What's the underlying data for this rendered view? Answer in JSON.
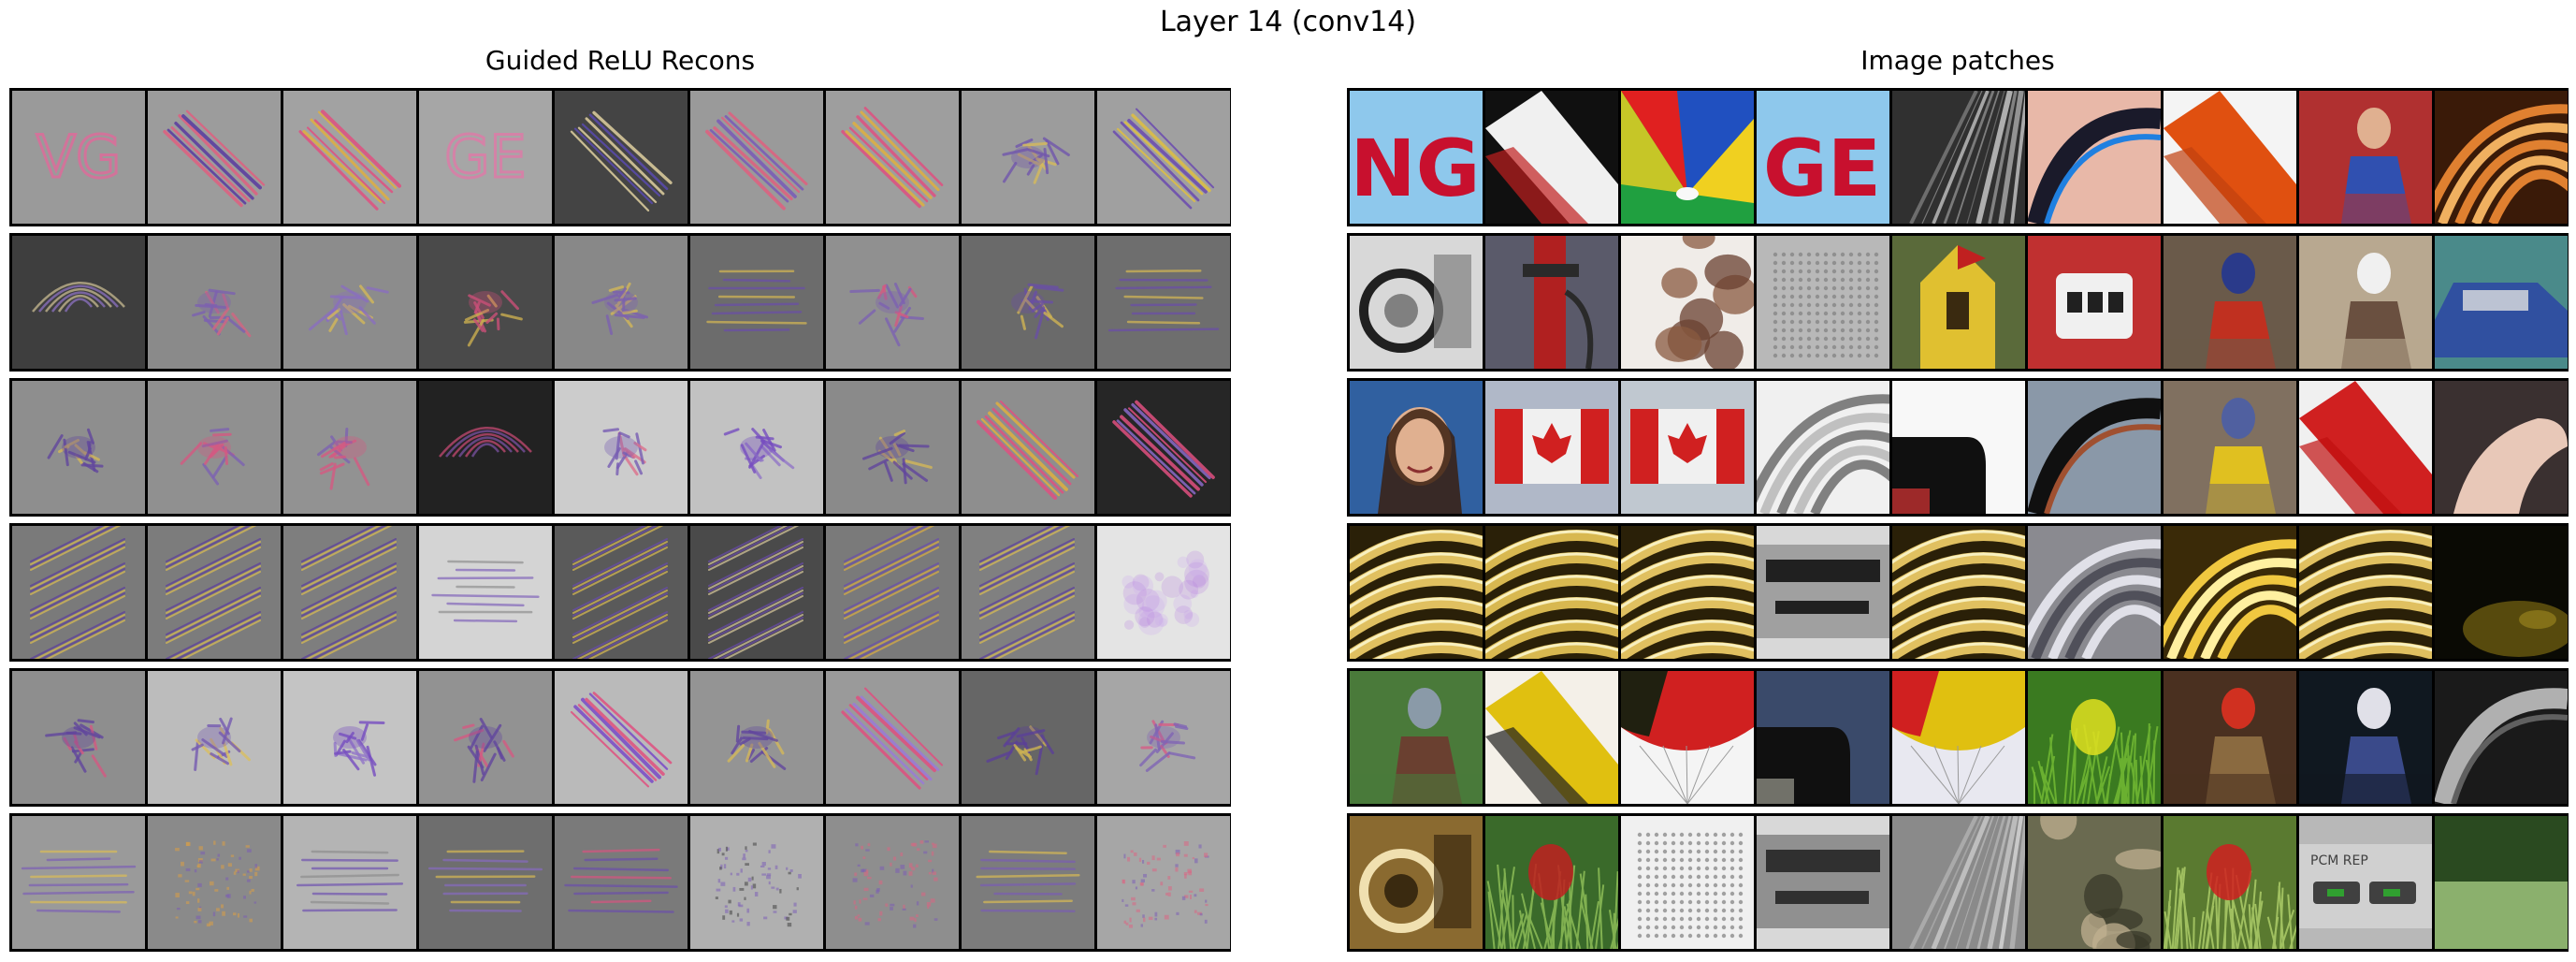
{
  "figure": {
    "title": "Layer 14 (conv14)",
    "left_panel_title": "Guided ReLU Recons",
    "right_panel_title": "Image patches"
  },
  "recons_rows": [
    [
      {
        "bg": "#9a9a9a",
        "kind": "letters",
        "text": "VG",
        "ink": "#e06a9a"
      },
      {
        "bg": "#9c9c9c",
        "kind": "stroke",
        "ink": "#5a3aa0",
        "accent": "#e06080"
      },
      {
        "bg": "#a2a2a2",
        "kind": "stroke",
        "ink": "#e0b040",
        "accent": "#e05080"
      },
      {
        "bg": "#a6a6a6",
        "kind": "letters",
        "text": "GE",
        "ink": "#e07aa8"
      },
      {
        "bg": "#444444",
        "kind": "stroke",
        "ink": "#5a4ab0",
        "accent": "#e0d0a0"
      },
      {
        "bg": "#9a9a9a",
        "kind": "stroke",
        "ink": "#7a5ab8",
        "accent": "#e06080"
      },
      {
        "bg": "#9e9e9e",
        "kind": "stroke",
        "ink": "#e0b040",
        "accent": "#e05080"
      },
      {
        "bg": "#9c9c9c",
        "kind": "blob",
        "ink": "#6a4ab0",
        "accent": "#e0c050"
      },
      {
        "bg": "#a0a0a0",
        "kind": "stroke",
        "ink": "#e0c040",
        "accent": "#6a4ab0"
      }
    ],
    [
      {
        "bg": "#3e3e3e",
        "kind": "arcs",
        "ink": "#9a7ad8",
        "accent": "#e0d0a0"
      },
      {
        "bg": "#8a8a8a",
        "kind": "blob",
        "ink": "#7a5ab8",
        "accent": "#e06080"
      },
      {
        "bg": "#8c8c8c",
        "kind": "blob",
        "ink": "#8a6ac8",
        "accent": "#e0c050"
      },
      {
        "bg": "#4a4a4a",
        "kind": "blob",
        "ink": "#e05080",
        "accent": "#e0c050"
      },
      {
        "bg": "#888888",
        "kind": "blob",
        "ink": "#7a5ab8",
        "accent": "#e0c050"
      },
      {
        "bg": "#6c6c6c",
        "kind": "hlines",
        "ink": "#6a4ab0",
        "accent": "#e0c050"
      },
      {
        "bg": "#909090",
        "kind": "blob",
        "ink": "#7a5ab8",
        "accent": "#e05080"
      },
      {
        "bg": "#6a6a6a",
        "kind": "blob",
        "ink": "#6a4ab0",
        "accent": "#e0c050"
      },
      {
        "bg": "#6e6e6e",
        "kind": "hlines",
        "ink": "#6a4ab0",
        "accent": "#e0c050"
      }
    ],
    [
      {
        "bg": "#8e8e8e",
        "kind": "blob",
        "ink": "#5a3aa0",
        "accent": "#e0c050"
      },
      {
        "bg": "#909090",
        "kind": "blob",
        "ink": "#e05080",
        "accent": "#7a5ab8"
      },
      {
        "bg": "#929292",
        "kind": "blob",
        "ink": "#e05080",
        "accent": "#7a5ab8"
      },
      {
        "bg": "#222222",
        "kind": "arcs",
        "ink": "#8a5ab8",
        "accent": "#e05080"
      },
      {
        "bg": "#cccccc",
        "kind": "blob",
        "ink": "#6a4ab0",
        "accent": "#e06080"
      },
      {
        "bg": "#c2c2c2",
        "kind": "blob",
        "ink": "#6a3ac0",
        "accent": "#8a6ac8"
      },
      {
        "bg": "#8a8a8a",
        "kind": "blob",
        "ink": "#5a3aa0",
        "accent": "#e0c050"
      },
      {
        "bg": "#8e8e8e",
        "kind": "stroke",
        "ink": "#e0b040",
        "accent": "#e05080"
      },
      {
        "bg": "#262626",
        "kind": "stroke",
        "ink": "#8a6ac8",
        "accent": "#e05080"
      }
    ],
    [
      {
        "bg": "#7a7a7a",
        "kind": "diag",
        "ink": "#5a3aa0",
        "accent": "#e0c050"
      },
      {
        "bg": "#7c7c7c",
        "kind": "diag",
        "ink": "#5a3aa0",
        "accent": "#e0c050"
      },
      {
        "bg": "#7e7e7e",
        "kind": "diag",
        "ink": "#5a3aa0",
        "accent": "#e0c050"
      },
      {
        "bg": "#d4d4d4",
        "kind": "hlines",
        "ink": "#7a5ab8",
        "accent": "#8a8a8a"
      },
      {
        "bg": "#5a5a5a",
        "kind": "diag",
        "ink": "#6a4ab0",
        "accent": "#e0c050"
      },
      {
        "bg": "#4a4a4a",
        "kind": "diag",
        "ink": "#6a4ab0",
        "accent": "#e0d0a0"
      },
      {
        "bg": "#7a7a7a",
        "kind": "diag",
        "ink": "#6a4ab0",
        "accent": "#e0b040"
      },
      {
        "bg": "#808080",
        "kind": "diag",
        "ink": "#5a3aa0",
        "accent": "#e0c050"
      },
      {
        "bg": "#e4e4e4",
        "kind": "haze",
        "ink": "#b070e0",
        "accent": "#c8a0f0"
      }
    ],
    [
      {
        "bg": "#8e8e8e",
        "kind": "blob",
        "ink": "#5a3aa0",
        "accent": "#e05080"
      },
      {
        "bg": "#bcbcbc",
        "kind": "blob",
        "ink": "#6a4ab0",
        "accent": "#e0c050"
      },
      {
        "bg": "#c4c4c4",
        "kind": "blob",
        "ink": "#6a3ac0",
        "accent": "#8a6ac8"
      },
      {
        "bg": "#929292",
        "kind": "blob",
        "ink": "#5a3aa0",
        "accent": "#e05080"
      },
      {
        "bg": "#bababa",
        "kind": "stroke",
        "ink": "#7a4ac8",
        "accent": "#e05080"
      },
      {
        "bg": "#949494",
        "kind": "blob",
        "ink": "#5a3aa0",
        "accent": "#e0c050"
      },
      {
        "bg": "#9a9a9a",
        "kind": "stroke",
        "ink": "#9a7ad8",
        "accent": "#e05080"
      },
      {
        "bg": "#666666",
        "kind": "blob",
        "ink": "#5a3aa0",
        "accent": "#e0c050"
      },
      {
        "bg": "#a6a6a6",
        "kind": "blob",
        "ink": "#7a5ab8",
        "accent": "#e05080"
      }
    ],
    [
      {
        "bg": "#9a9a9a",
        "kind": "hlines",
        "ink": "#7a5ab8",
        "accent": "#e0c050"
      },
      {
        "bg": "#8a8a8a",
        "kind": "speckle",
        "ink": "#e0a040",
        "accent": "#7a5ab8"
      },
      {
        "bg": "#b4b4b4",
        "kind": "hlines",
        "ink": "#6a4ab0",
        "accent": "#8a8a8a"
      },
      {
        "bg": "#6e6e6e",
        "kind": "hlines",
        "ink": "#8a6ac8",
        "accent": "#e0c050"
      },
      {
        "bg": "#7a7a7a",
        "kind": "hlines",
        "ink": "#6a4ab0",
        "accent": "#e05080"
      },
      {
        "bg": "#b0b0b0",
        "kind": "speckle",
        "ink": "#7a5ab8",
        "accent": "#3a3a3a"
      },
      {
        "bg": "#8e8e8e",
        "kind": "speckle",
        "ink": "#e06080",
        "accent": "#7a5ab8"
      },
      {
        "bg": "#7c7c7c",
        "kind": "hlines",
        "ink": "#7a5ab8",
        "accent": "#e0c050"
      },
      {
        "bg": "#a6a6a6",
        "kind": "speckle",
        "ink": "#e06080",
        "accent": "#7a5ab8"
      }
    ]
  ],
  "patch_rows": [
    [
      {
        "name": "balloon-letters-ng",
        "bg": "#8ec8ec",
        "fg": "#c8102e",
        "kind": "letters",
        "text": "NG"
      },
      {
        "name": "uniform-sash",
        "bg": "#101010",
        "fg": "#f0f0f0",
        "kind": "diag",
        "accent": "#c02020"
      },
      {
        "name": "parasol-stripes",
        "bg": "#20a040",
        "fg": "#e02020",
        "kind": "wedges",
        "accent": "#2050c0",
        "accent2": "#f0d020"
      },
      {
        "name": "balloon-letters-ge",
        "bg": "#8ec8ec",
        "fg": "#c8102e",
        "kind": "letters",
        "text": "GE"
      },
      {
        "name": "light-streaks",
        "bg": "#303030",
        "fg": "#e0e0e0",
        "kind": "streaks"
      },
      {
        "name": "kite-sky",
        "bg": "#e8b8a8",
        "fg": "#1a1a2a",
        "kind": "arc",
        "accent": "#2080e0"
      },
      {
        "name": "orange-panels",
        "bg": "#f4f4f4",
        "fg": "#e05010",
        "kind": "diag",
        "accent": "#c04010"
      },
      {
        "name": "person-portrait",
        "bg": "#b03030",
        "fg": "#e0b090",
        "kind": "figure",
        "accent": "#3050b0"
      },
      {
        "name": "copper-coils",
        "bg": "#3a1a08",
        "fg": "#e08030",
        "kind": "arcs",
        "accent": "#f0b060"
      }
    ],
    [
      {
        "name": "machine-parts",
        "bg": "#d8d8d8",
        "fg": "#202020",
        "kind": "machine",
        "accent": "#808080"
      },
      {
        "name": "gas-pump-pole",
        "bg": "#5a5a6a",
        "fg": "#b02020",
        "kind": "pole",
        "accent": "#2a2a2a"
      },
      {
        "name": "dog-fur",
        "bg": "#f0ece8",
        "fg": "#8a5a40",
        "kind": "patches",
        "accent": "#6a4030"
      },
      {
        "name": "speaker-grille",
        "bg": "#b8b8b8",
        "fg": "#e8e8e8",
        "kind": "grille",
        "accent": "#909090"
      },
      {
        "name": "church-tower",
        "bg": "#5a6a3a",
        "fg": "#e0c030",
        "kind": "tower",
        "accent": "#c02020"
      },
      {
        "name": "fuel-meter",
        "bg": "#c03030",
        "fg": "#f0f0f0",
        "kind": "meter",
        "accent": "#202020"
      },
      {
        "name": "chainsaw-worker",
        "bg": "#6a5a4a",
        "fg": "#2a3a8a",
        "kind": "figure",
        "accent": "#c03020"
      },
      {
        "name": "climber-tree",
        "bg": "#b8a890",
        "fg": "#f0f0f0",
        "kind": "figure",
        "accent": "#6a5040"
      },
      {
        "name": "blue-truck",
        "bg": "#4a8a8a",
        "fg": "#3050a0",
        "kind": "truck",
        "accent": "#e0e0e0"
      }
    ],
    [
      {
        "name": "smiling-woman",
        "bg": "#3060a0",
        "fg": "#e0b090",
        "kind": "face",
        "accent": "#3a2010"
      },
      {
        "name": "canada-flag-bottle",
        "bg": "#b0b8c8",
        "fg": "#d02020",
        "kind": "flag",
        "accent": "#f0f0f0"
      },
      {
        "name": "canada-flag",
        "bg": "#c0c8d0",
        "fg": "#d02020",
        "kind": "flag",
        "accent": "#f0f0f0"
      },
      {
        "name": "white-curve",
        "bg": "#f0f0f0",
        "fg": "#808080",
        "kind": "arcs",
        "accent": "#c0c0c0"
      },
      {
        "name": "black-white-shape",
        "bg": "#f8f8f8",
        "fg": "#101010",
        "kind": "block",
        "accent": "#c03030"
      },
      {
        "name": "dark-tool",
        "bg": "#8a98a8",
        "fg": "#101010",
        "kind": "arc",
        "accent": "#a05030"
      },
      {
        "name": "kneeling-worker",
        "bg": "#807060",
        "fg": "#5060a0",
        "kind": "figure",
        "accent": "#e0c020"
      },
      {
        "name": "red-white-flag",
        "bg": "#f0f0f0",
        "fg": "#d02020",
        "kind": "diag",
        "accent": "#c01010"
      },
      {
        "name": "hand-closeup",
        "bg": "#3a3030",
        "fg": "#e8c8b8",
        "kind": "hand",
        "accent": "#f0f0f0"
      }
    ],
    [
      {
        "name": "brass-tubes-1",
        "bg": "#2a2008",
        "fg": "#e0c060",
        "kind": "brass",
        "accent": "#f8f0c0"
      },
      {
        "name": "brass-tubes-2",
        "bg": "#2a2008",
        "fg": "#d8b850",
        "kind": "brass",
        "accent": "#f8f0c0"
      },
      {
        "name": "brass-tubes-3",
        "bg": "#2a2008",
        "fg": "#e0c060",
        "kind": "brass",
        "accent": "#f8f0c0"
      },
      {
        "name": "stereo-receiver",
        "bg": "#d8d8d8",
        "fg": "#202020",
        "kind": "stereo",
        "accent": "#a0a0a0"
      },
      {
        "name": "brass-tubes-4",
        "bg": "#2a2008",
        "fg": "#e0c060",
        "kind": "brass",
        "accent": "#f8f0c0"
      },
      {
        "name": "silver-horn",
        "bg": "#8a8a90",
        "fg": "#e0e0e8",
        "kind": "arcs",
        "accent": "#50505a"
      },
      {
        "name": "gold-horn",
        "bg": "#3a2a08",
        "fg": "#f0c840",
        "kind": "arcs",
        "accent": "#fff0a0"
      },
      {
        "name": "brass-tubes-5",
        "bg": "#2a2008",
        "fg": "#e0c060",
        "kind": "brass",
        "accent": "#f8f0c0"
      },
      {
        "name": "dark-brass",
        "bg": "#0a0a04",
        "fg": "#6a5a10",
        "kind": "glow",
        "accent": "#a08a20"
      }
    ],
    [
      {
        "name": "man-fish",
        "bg": "#4a7a3a",
        "fg": "#8a9aa8",
        "kind": "figure",
        "accent": "#6a4030"
      },
      {
        "name": "yellow-chainsaw",
        "bg": "#f4f0e8",
        "fg": "#e0c010",
        "kind": "diag",
        "accent": "#202020"
      },
      {
        "name": "parachute-canopy",
        "bg": "#f4f4f4",
        "fg": "#d02020",
        "kind": "canopy",
        "accent": "#202010"
      },
      {
        "name": "dark-crate",
        "bg": "#3a4a6a",
        "fg": "#101010",
        "kind": "block",
        "accent": "#8a8a80"
      },
      {
        "name": "parachute-stripes",
        "bg": "#e8e8f0",
        "fg": "#e0c010",
        "kind": "canopy",
        "accent": "#d02020"
      },
      {
        "name": "grass-yellow",
        "bg": "#3a7a20",
        "fg": "#e0e020",
        "kind": "grass",
        "accent": "#6ab030"
      },
      {
        "name": "tree-chainsaw",
        "bg": "#4a3020",
        "fg": "#d03020",
        "kind": "figure",
        "accent": "#8a6a40"
      },
      {
        "name": "performer-stage",
        "bg": "#101820",
        "fg": "#e0e0e8",
        "kind": "figure",
        "accent": "#3a4a8a"
      },
      {
        "name": "metal-pipe",
        "bg": "#1a1a1a",
        "fg": "#b0b0b0",
        "kind": "arc",
        "accent": "#606060"
      }
    ],
    [
      {
        "name": "brass-valves",
        "bg": "#8a6a30",
        "fg": "#f0e0b0",
        "kind": "machine",
        "accent": "#3a2a10"
      },
      {
        "name": "red-tail-bush",
        "bg": "#3a6a2a",
        "fg": "#c02020",
        "kind": "grass",
        "accent": "#80b050"
      },
      {
        "name": "white-panels",
        "bg": "#f0f0f0",
        "fg": "#303030",
        "kind": "grille",
        "accent": "#a0a0a0"
      },
      {
        "name": "tape-deck",
        "bg": "#d8d8d8",
        "fg": "#303030",
        "kind": "stereo",
        "accent": "#909090"
      },
      {
        "name": "aerial-view",
        "bg": "#8a8a8a",
        "fg": "#e0e0e0",
        "kind": "streaks"
      },
      {
        "name": "insect-macro",
        "bg": "#6a6a50",
        "fg": "#c0b090",
        "kind": "patches",
        "accent": "#3a3a2a"
      },
      {
        "name": "red-cap-grass",
        "bg": "#5a7a30",
        "fg": "#d02020",
        "kind": "grass",
        "accent": "#a0c060"
      },
      {
        "name": "silver-device",
        "bg": "#b8b8b8",
        "fg": "#404040",
        "kind": "device",
        "text": "PCM  REP",
        "accent": "#30a030"
      },
      {
        "name": "green-lake",
        "bg": "#5a8a40",
        "fg": "#2a4a20",
        "kind": "lake",
        "accent": "#a0c080"
      }
    ]
  ]
}
